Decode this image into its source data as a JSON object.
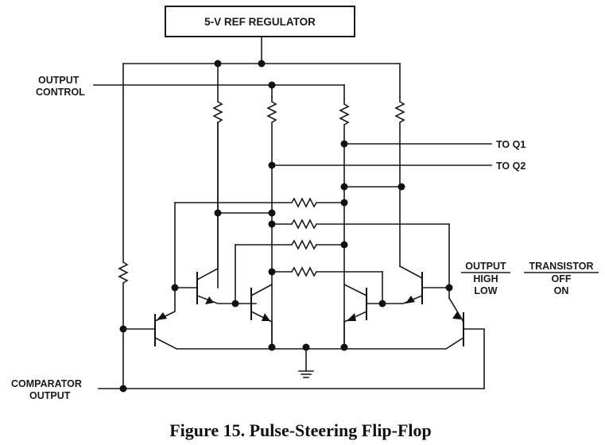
{
  "figure": {
    "caption": "Figure 15. Pulse-Steering Flip-Flop",
    "regulator_label": "5-V REF REGULATOR"
  },
  "labels": {
    "output_control_line1": "OUTPUT",
    "output_control_line2": "CONTROL",
    "comparator_output_line1": "COMPARATOR",
    "comparator_output_line2": "OUTPUT",
    "to_q1": "TO Q1",
    "to_q2": "TO Q2"
  },
  "truth_table": {
    "headers": [
      "OUTPUT",
      "TRANSISTOR"
    ],
    "rows": [
      [
        "HIGH",
        "OFF"
      ],
      [
        "LOW",
        "ON"
      ]
    ]
  },
  "components": {
    "resistors": 9,
    "transistors": 6,
    "ground_symbols": 1
  }
}
